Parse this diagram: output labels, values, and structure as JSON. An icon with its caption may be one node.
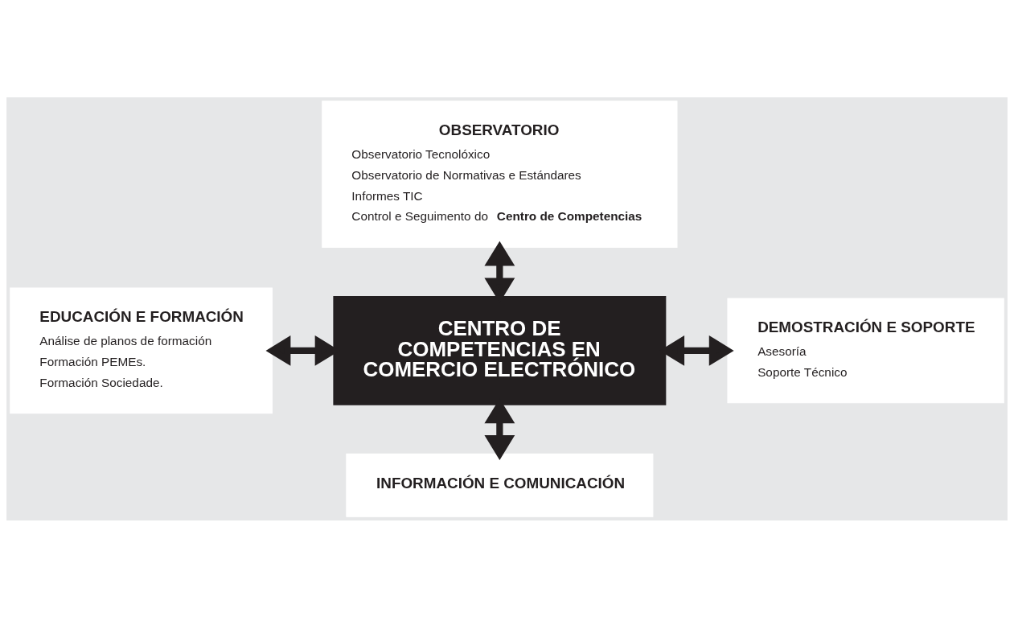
{
  "diagram": {
    "nodes": [
      {
        "text": [
          "OBSERVATORIO",
          "Observatorio Tecnolóxico",
          "Observatorio de Normativas e Estándares",
          "Informes TIC",
          "Control e Seguimento do **Centro de Competencias**"
        ]
      },
      {
        "text": [
          "EDUCACIÓN E FORMACIÓN",
          "Análise de planos de formación",
          "Formación PEMEs.",
          "Formación Sociedade."
        ]
      },
      {
        "text": [
          "CENTRO DE COMPETENCIAS EN COMERCIO ELECTRÓNICO"
        ]
      },
      {
        "text": [
          "DEMOSTRACIÓN E SOPORTE",
          "Asesoría",
          "Soporte Técnico"
        ]
      },
      {
        "text": [
          "INFORMACIÓN E COMUNICACIÓN"
        ]
      }
    ],
    "edges": [
      {
        "from": 2,
        "to": 0,
        "arrow": "both"
      },
      {
        "from": 1,
        "to": 2,
        "arrow": "both"
      },
      {
        "from": 2,
        "to": 3,
        "arrow": "both"
      },
      {
        "from": 2,
        "to": 4,
        "arrow": "both"
      }
    ]
  }
}
